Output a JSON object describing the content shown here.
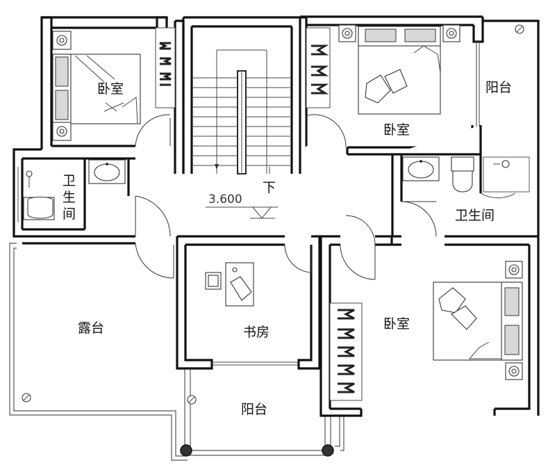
{
  "rooms": {
    "bedroom_nw": "卧室",
    "bedroom_ne": "卧室",
    "bedroom_se": "卧室",
    "balcony_ne": "阳台",
    "balcony_s": "阳台",
    "bath_w": "卫生间",
    "bath_e": "卫生间",
    "study": "书房",
    "terrace": "露台"
  },
  "stair": {
    "down_label": "下",
    "level": "3.600"
  }
}
